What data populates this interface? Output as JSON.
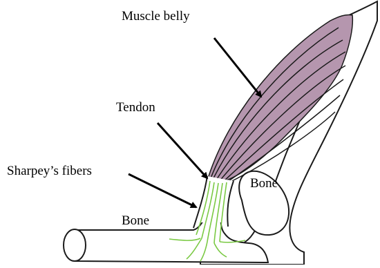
{
  "labels": {
    "muscle_belly": "Muscle belly",
    "tendon": "Tendon",
    "sharpey": "Sharpey’s fibers",
    "bone_upper": "Bone",
    "bone_lower": "Bone"
  },
  "colors": {
    "muscle": "#b596ae",
    "fiber": "#7ac943",
    "outline": "#1a1a1a"
  }
}
